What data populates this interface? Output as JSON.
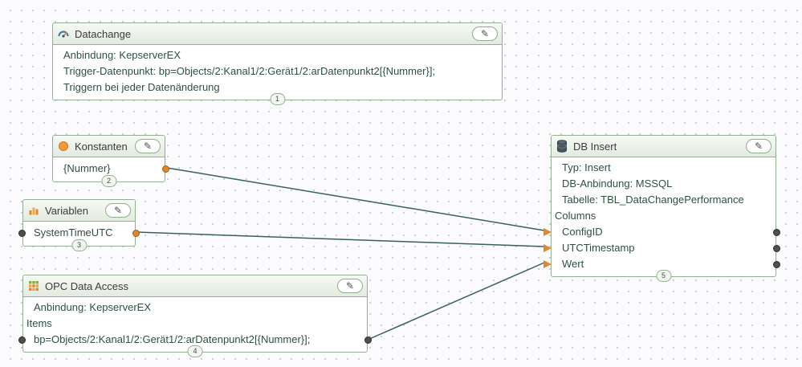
{
  "colors": {
    "node_border_green": "#94ae94",
    "header_gradient_top": "#f6f9f5",
    "header_gradient_bottom": "#e2ebdf",
    "body_text": "#2f4f3f",
    "wire_green": "#39605a",
    "port_orange": "#e2862c",
    "port_dark": "#4f4f4f",
    "canvas_dot": "#c9c9d3"
  },
  "icons": {
    "edit": "✎"
  },
  "nodes": {
    "datachange": {
      "title": "Datachange",
      "badge": "1",
      "lines": [
        "Anbindung: KepserverEX",
        "Trigger-Datenpunkt: bp=Objects/2:Kanal1/2:Gerät1/2:arDatenpunkt2[{Nummer}];",
        "Triggern bei jeder Datenänderung"
      ]
    },
    "konstanten": {
      "title": "Konstanten",
      "badge": "2",
      "rows": [
        "{Nummer}"
      ]
    },
    "variablen": {
      "title": "Variablen",
      "badge": "3",
      "rows": [
        "SystemTimeUTC"
      ]
    },
    "opc": {
      "title": "OPC Data Access",
      "badge": "4",
      "lines": [
        "Anbindung: KepserverEX"
      ],
      "section": "Items",
      "items": [
        "bp=Objects/2:Kanal1/2:Gerät1/2:arDatenpunkt2[{Nummer}];"
      ]
    },
    "dbinsert": {
      "title": "DB Insert",
      "badge": "5",
      "lines": [
        "Typ: Insert",
        "DB-Anbindung: MSSQL",
        "Tabelle: TBL_DataChangePerformance"
      ],
      "section": "Columns",
      "columns": [
        "ConfigID",
        "UTCTimestamp",
        "Wert"
      ]
    }
  }
}
